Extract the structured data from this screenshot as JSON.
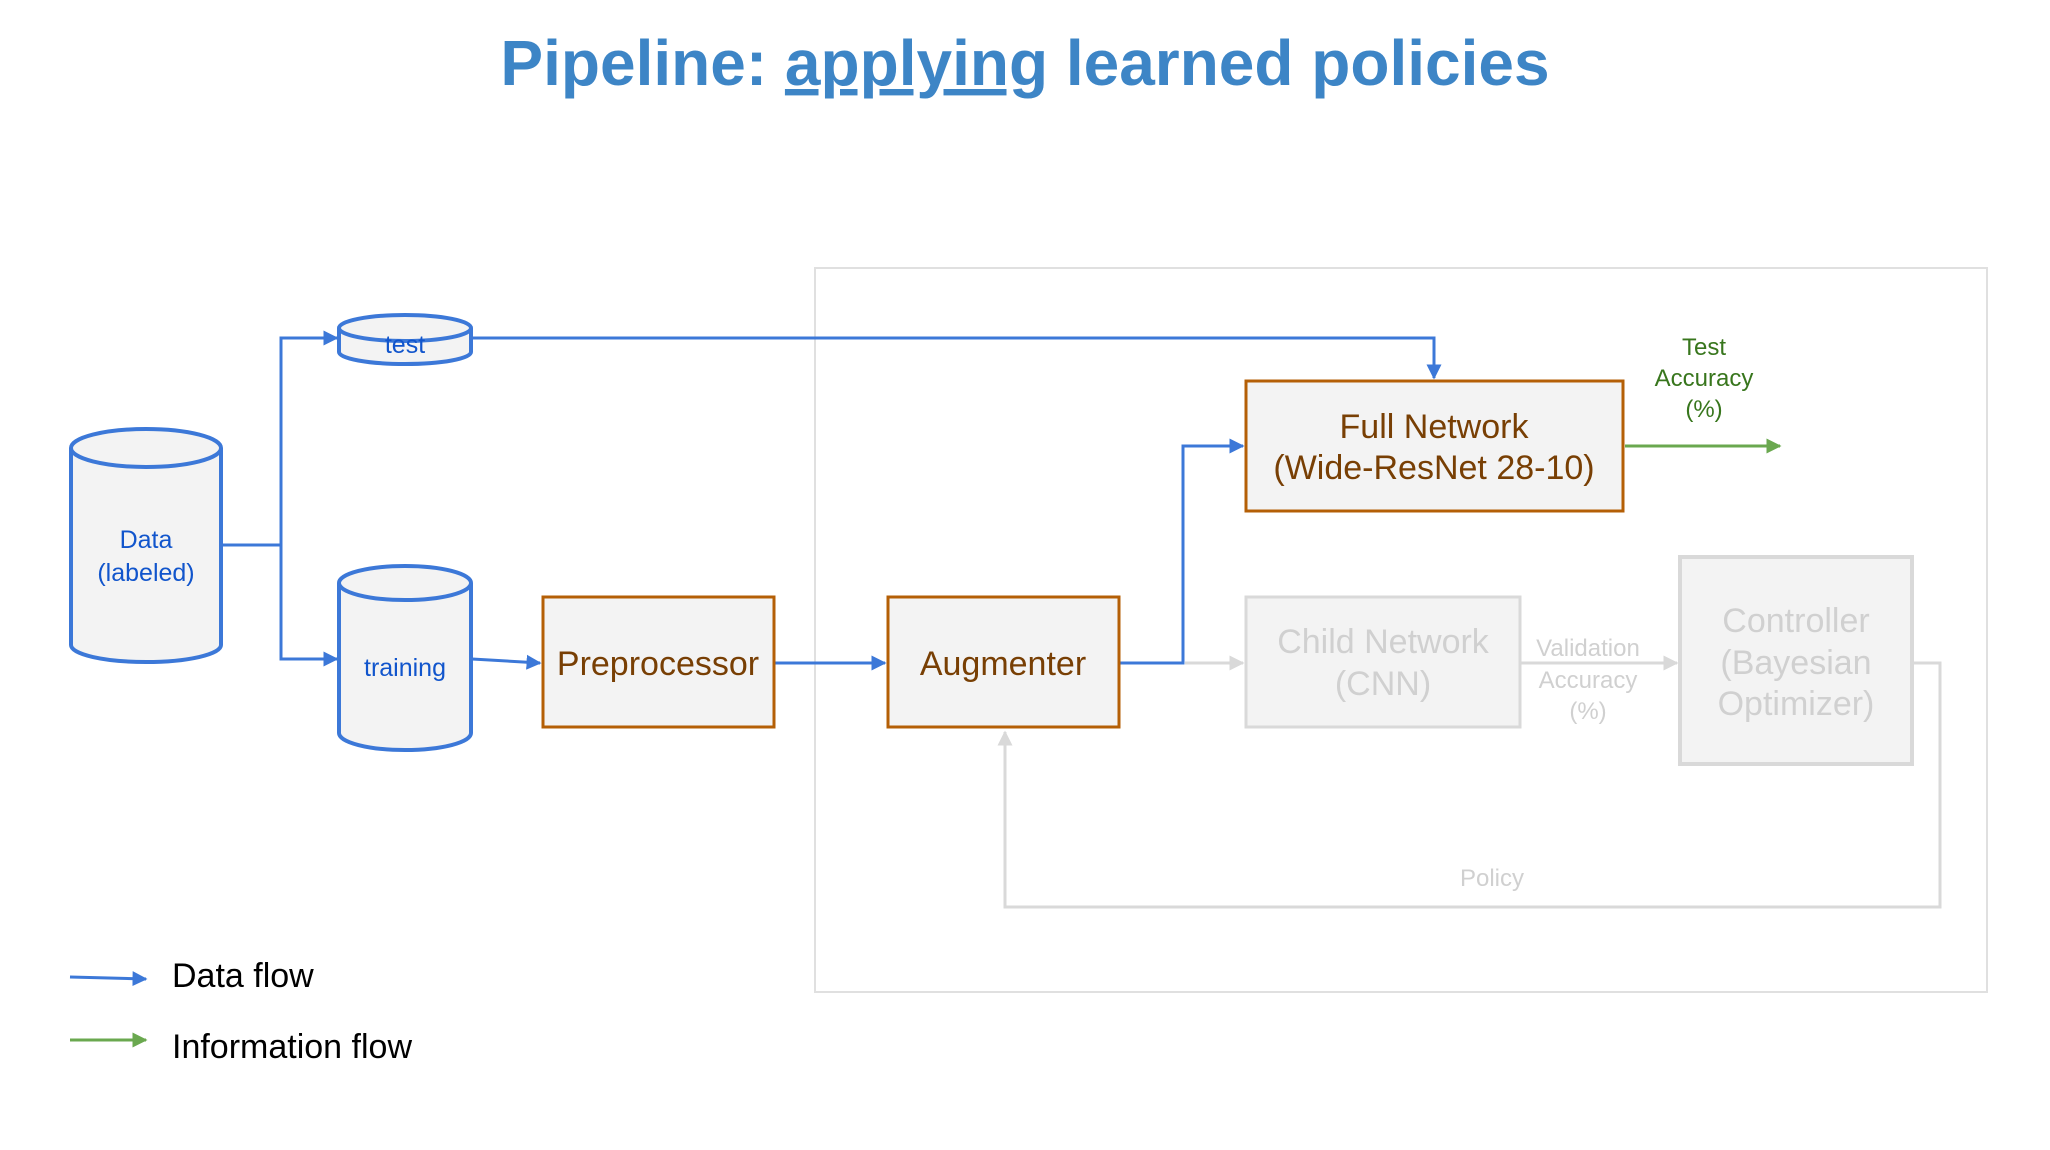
{
  "title": {
    "prefix": "Pipeline: ",
    "emphasis": "applying",
    "suffix": " learned policies"
  },
  "stores": {
    "data": {
      "line1": "Data",
      "line2": "(labeled)"
    },
    "test": {
      "label": "test"
    },
    "training": {
      "label": "training"
    }
  },
  "blocks": {
    "preprocessor": {
      "label": "Preprocessor"
    },
    "augmenter": {
      "label": "Augmenter"
    },
    "full_network": {
      "line1": "Full Network",
      "line2": "(Wide-ResNet 28-10)"
    },
    "child_network": {
      "line1": "Child Network",
      "line2": "(CNN)"
    },
    "controller": {
      "line1": "Controller",
      "line2": "(Bayesian",
      "line3": "Optimizer)"
    }
  },
  "flow_labels": {
    "test_accuracy": {
      "line1": "Test",
      "line2": "Accuracy",
      "line3": "(%)"
    },
    "validation_accuracy": {
      "line1": "Validation",
      "line2": "Accuracy",
      "line3": "(%)"
    },
    "policy": "Policy"
  },
  "legend": {
    "data_flow": "Data flow",
    "information_flow": "Information flow"
  },
  "colors": {
    "title": "#3d85c6",
    "data_flow": "#3c78d8",
    "information_flow": "#6aa84f",
    "block_border": "#b45f06",
    "block_text": "#783f04",
    "block_fill": "#f3f3f3",
    "faded": "#d9d9d9",
    "faded_text": "#d0d0d0",
    "store_text": "#1155cc",
    "test_accuracy_text": "#38761d"
  },
  "icons": {
    "data_store": "cylinder-icon",
    "arrow": "arrowhead-icon"
  }
}
